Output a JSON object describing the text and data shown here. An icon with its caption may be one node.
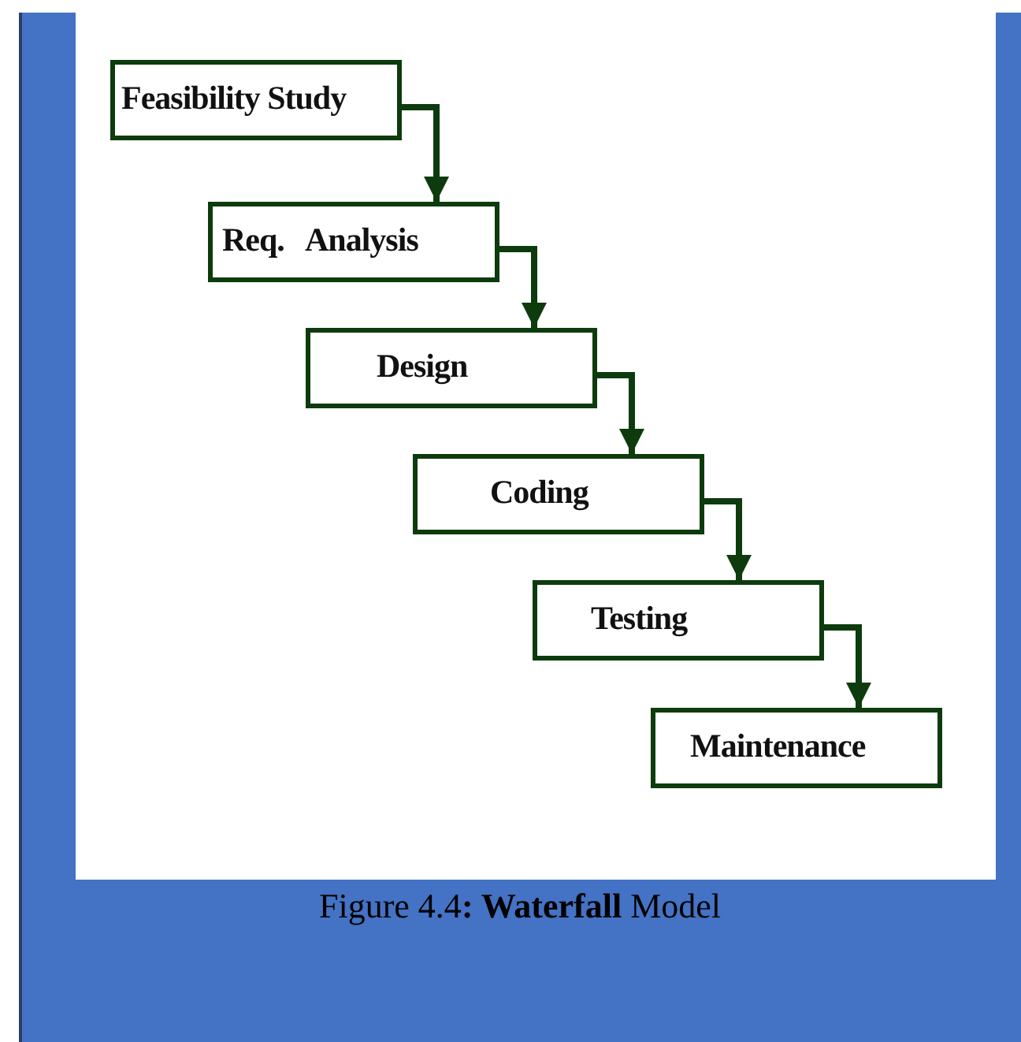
{
  "diagram": {
    "caption": "Figure 4.4**: Waterfall** Model",
    "nodes": [
      {
        "text": [
          "Feasibility Study"
        ]
      },
      {
        "text": [
          "Req.   Analysis"
        ]
      },
      {
        "text": [
          "Design"
        ]
      },
      {
        "text": [
          "Coding"
        ]
      },
      {
        "text": [
          "Testing"
        ]
      },
      {
        "text": [
          "Maintenance"
        ]
      }
    ],
    "edges": [
      {
        "from": 0,
        "to": 1,
        "arrow": "to"
      },
      {
        "from": 1,
        "to": 2,
        "arrow": "to"
      },
      {
        "from": 2,
        "to": 3,
        "arrow": "to"
      },
      {
        "from": 3,
        "to": 4,
        "arrow": "to"
      },
      {
        "from": 4,
        "to": 5,
        "arrow": "to"
      }
    ]
  }
}
